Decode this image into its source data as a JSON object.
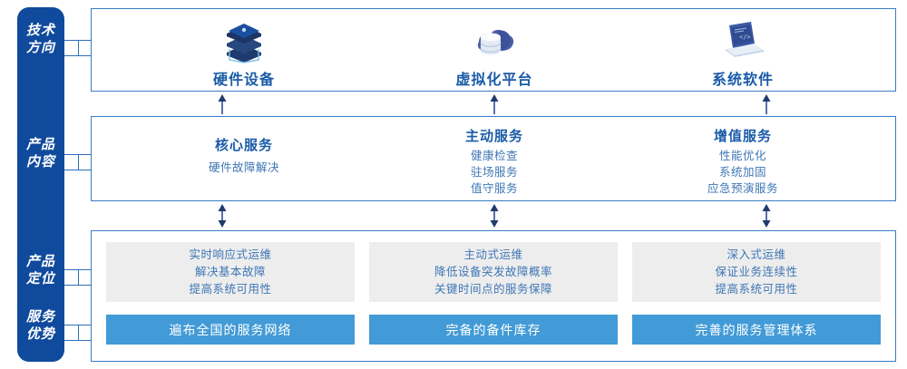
{
  "sidebar": {
    "labels": [
      {
        "text": "技术\n方向",
        "name": "rail-label-technology-direction"
      },
      {
        "text": "产品\n内容",
        "name": "rail-label-product-content"
      },
      {
        "text": "产品\n定位",
        "name": "rail-label-product-positioning"
      },
      {
        "text": "服务\n优势",
        "name": "rail-label-service-advantage"
      }
    ]
  },
  "technology": {
    "columns": [
      {
        "title": "硬件设备",
        "icon": "server-stack-icon"
      },
      {
        "title": "虚拟化平台",
        "icon": "cloud-database-icon"
      },
      {
        "title": "系统软件",
        "icon": "laptop-code-icon"
      }
    ]
  },
  "product_content": {
    "columns": [
      {
        "title": "核心服务",
        "items": [
          "硬件故障解决"
        ]
      },
      {
        "title": "主动服务",
        "items": [
          "健康检查",
          "驻场服务",
          "值守服务"
        ]
      },
      {
        "title": "增值服务",
        "items": [
          "性能优化",
          "系统加固",
          "应急预演服务"
        ]
      }
    ]
  },
  "product_positioning": {
    "cards": [
      {
        "lines": [
          "实时响应式运维",
          "解决基本故障",
          "提高系统可用性"
        ]
      },
      {
        "lines": [
          "主动式运维",
          "降低设备突发故障概率",
          "关键时间点的服务保障"
        ]
      },
      {
        "lines": [
          "深入式运维",
          "保证业务连续性",
          "提高系统可用性"
        ]
      }
    ]
  },
  "service_advantage": {
    "bars": [
      {
        "label": "遍布全国的服务网络"
      },
      {
        "label": "完备的备件库存"
      },
      {
        "label": "完善的服务管理体系"
      }
    ]
  },
  "colors": {
    "rail_blue": "#104A9C",
    "frame_border": "#3B7DC4",
    "title_blue": "#1A5BA8",
    "body_blue": "#3E76B5",
    "bar_blue": "#429BD6",
    "card_gray": "#EDEDED",
    "connector": "#2E6FBB"
  }
}
